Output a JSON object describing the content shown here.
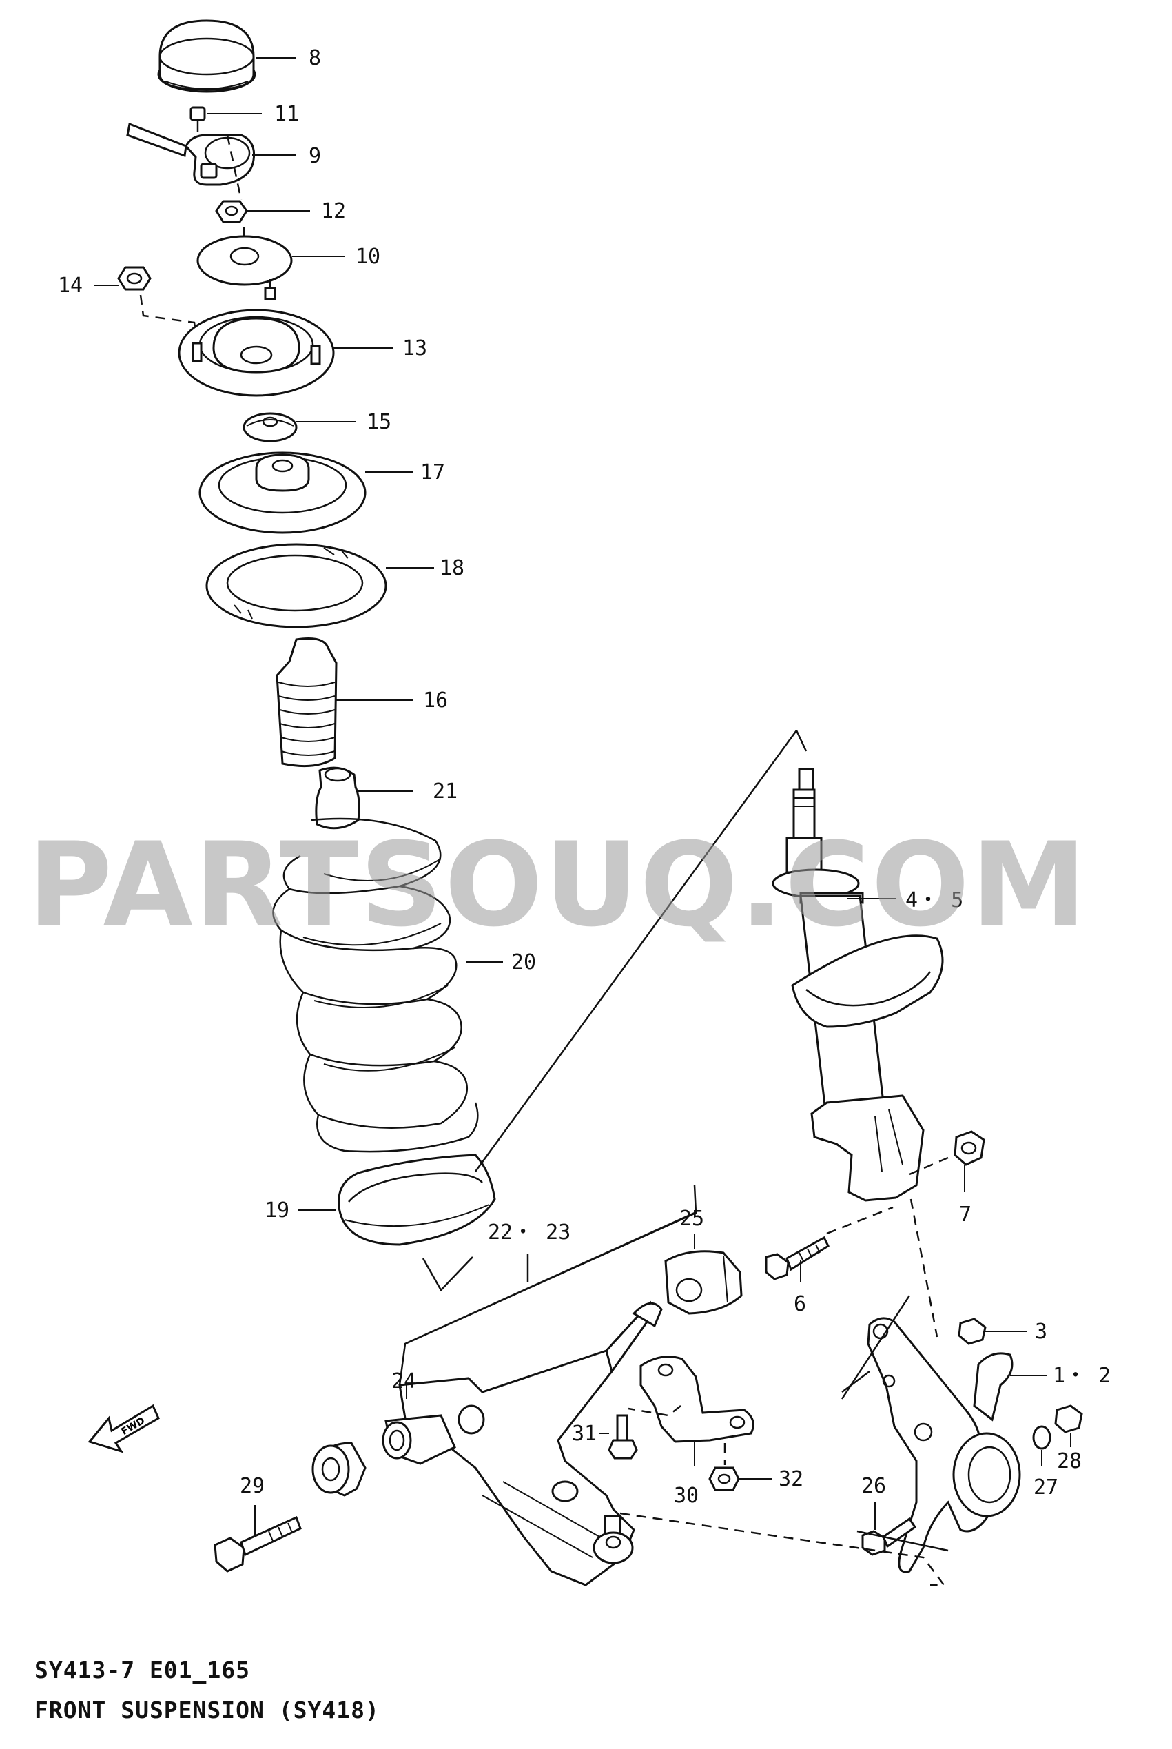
{
  "diagram": {
    "watermark": "PARTSOUQ.COM",
    "footer": {
      "code": "SY413-7 E01_165",
      "title": "FRONT SUSPENSION (SY418)"
    },
    "fwd_label": "FWD",
    "callouts": {
      "c8": "8",
      "c11": "11",
      "c9": "9",
      "c12": "12",
      "c10": "10",
      "c14": "14",
      "c13": "13",
      "c15": "15",
      "c17": "17",
      "c18": "18",
      "c16": "16",
      "c21": "21",
      "c20": "20",
      "c19": "19",
      "c22_23": "22・ 23",
      "c25": "25",
      "c4_5": "4・ 5",
      "c7": "7",
      "c6": "6",
      "c3": "3",
      "c1_2": "1・ 2",
      "c24": "24",
      "c31": "31",
      "c28": "28",
      "c27": "27",
      "c32": "32",
      "c30": "30",
      "c29": "29",
      "c26": "26"
    }
  }
}
